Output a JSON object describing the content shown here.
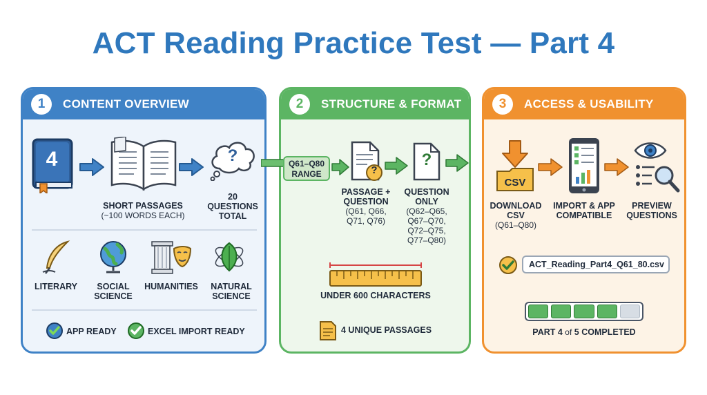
{
  "title": "ACT Reading Practice Test — Part 4",
  "panels": [
    {
      "number": "1",
      "title": "CONTENT OVERVIEW",
      "book_number": "4",
      "passages_label": "SHORT PASSAGES",
      "passages_sub": "(~100 WORDS EACH)",
      "questions_count": "20",
      "questions_label_1": "QUESTIONS",
      "questions_label_2": "TOTAL",
      "question_mark": "?",
      "categories": [
        {
          "line1": "LITERARY",
          "line2": ""
        },
        {
          "line1": "SOCIAL",
          "line2": "SCIENCE"
        },
        {
          "line1": "HUMANITIES",
          "line2": ""
        },
        {
          "line1": "NATURAL",
          "line2": "SCIENCE"
        }
      ],
      "badges": [
        "APP READY",
        "EXCEL IMPORT READY"
      ]
    },
    {
      "number": "2",
      "title": "STRUCTURE & FORMAT",
      "range_line1": "Q61–Q80",
      "range_line2": "RANGE",
      "passage_q_line1": "PASSAGE +",
      "passage_q_line2": "QUESTION",
      "passage_q_sub_1": "(Q61, Q66,",
      "passage_q_sub_2": "Q71, Q76)",
      "q_only_line1": "QUESTION",
      "q_only_line2": "ONLY",
      "q_only_sub_1": "(Q62–Q65,",
      "q_only_sub_2": "Q67–Q70,",
      "q_only_sub_3": "Q72–Q75,",
      "q_only_sub_4": "Q77–Q80)",
      "char_limit": "UNDER 600 CHARACTERS",
      "unique_passages": "4 UNIQUE PASSAGES",
      "question_mark": "?"
    },
    {
      "number": "3",
      "title": "ACCESS & USABILITY",
      "csv_icon_label": "CSV",
      "download_line1": "DOWNLOAD",
      "download_line2": "CSV",
      "download_sub": "(Q61–Q80)",
      "import_line1": "IMPORT & APP",
      "import_line2": "COMPATIBLE",
      "preview_line1": "PREVIEW",
      "preview_line2": "QUESTIONS",
      "file_name": "ACT_Reading_Part4_Q61_80.csv",
      "progress": {
        "completed": 4,
        "total": 5
      },
      "progress_part": "PART 4",
      "progress_of": "of",
      "progress_rest": "5 COMPLETED"
    }
  ],
  "colors": {
    "blue": "#3f82c6",
    "green": "#5cb563",
    "orange": "#f0912f",
    "title": "#2f78bd"
  },
  "icons": [
    "book-icon",
    "arrow-right-icon",
    "open-book-icon",
    "thought-cloud-icon",
    "quill-icon",
    "globe-icon",
    "column-icon",
    "theater-mask-icon",
    "atom-leaf-icon",
    "check-circle-icon",
    "document-question-icon",
    "ruler-icon",
    "note-icon",
    "download-arrow-icon",
    "csv-folder-icon",
    "tablet-icon",
    "eye-list-icon",
    "progress-bar"
  ]
}
